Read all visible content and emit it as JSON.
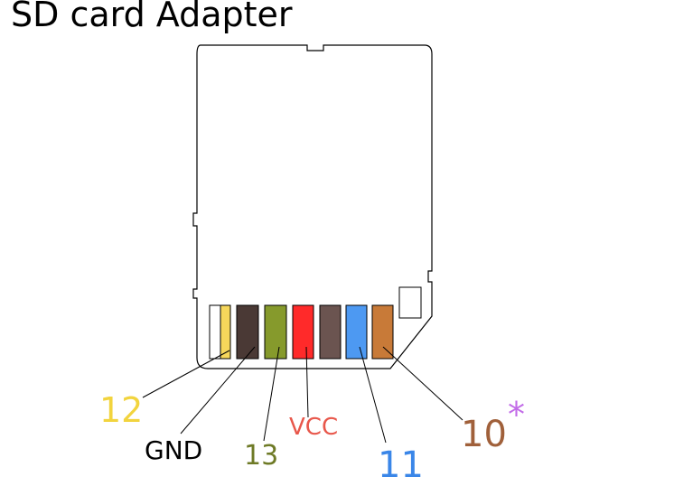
{
  "title": "SD card Adapter",
  "colors": {
    "outline": "#000000",
    "label_12": "#F2D43E",
    "label_gnd": "#000000",
    "label_13": "#6E7A26",
    "label_vcc": "#E8574B",
    "label_11": "#3A86E8",
    "label_10": "#A0603A",
    "asterisk": "#C26BE8"
  },
  "pins": [
    {
      "id": "pin-1",
      "color": "#FFFFFF"
    },
    {
      "id": "pin-1b",
      "color": "#F6D75B"
    },
    {
      "id": "pin-2",
      "color": "#4A3935"
    },
    {
      "id": "pin-3",
      "color": "#869A2C"
    },
    {
      "id": "pin-4",
      "color": "#FF2A2A"
    },
    {
      "id": "pin-5",
      "color": "#6B5450"
    },
    {
      "id": "pin-6",
      "color": "#4D99F2"
    },
    {
      "id": "pin-7",
      "color": "#C87A38"
    }
  ],
  "labels": {
    "l12": "12",
    "lgnd": "GND",
    "l13": "13",
    "lvcc": "VCC",
    "l11": "11",
    "l10": "10",
    "asterisk": "*"
  }
}
